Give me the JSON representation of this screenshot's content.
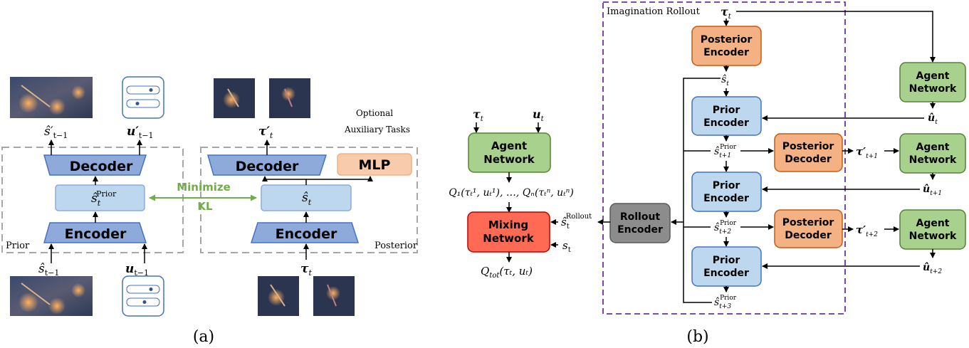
{
  "panel_a": {
    "caption": "(a)",
    "prior": {
      "region_label": "Prior",
      "decoder_label": "Decoder",
      "latent_label": "ŝ",
      "latent_sub": "t",
      "latent_sup": "Prior",
      "encoder_label": "Encoder",
      "input_state_label": "ŝ",
      "input_state_sub": "t−1",
      "input_action_label": "u",
      "input_action_sub": "t−1",
      "output_state_label": "ŝ′",
      "output_state_sub": "t−1",
      "output_action_label": "u′",
      "output_action_sub": "t−1"
    },
    "kl_label_1": "Minimize",
    "kl_label_2": "KL",
    "posterior": {
      "region_label": "Posterior",
      "decoder_label": "Decoder",
      "mlp_label": "MLP",
      "latent_label": "ŝ",
      "latent_sub": "t",
      "encoder_label": "Encoder",
      "input_label": "τ",
      "input_sub": "t",
      "output_label": "τ′",
      "output_sub": "t",
      "aux_line1": "Optional",
      "aux_line2": "Auxiliary Tasks"
    }
  },
  "panel_b": {
    "caption": "(b)",
    "tau_in": "τ",
    "tau_in_sub": "t",
    "u_in": "u",
    "u_in_sub": "t",
    "agent_network": "Agent Network",
    "q_values": "Q₁(τₜ¹, uₜ¹), …, Qₙ(τₜⁿ, uₜⁿ)",
    "mixing_network": "Mixing Network",
    "rollout_in": "ŝ",
    "rollout_in_sub": "t",
    "rollout_in_sup": "Rollout",
    "state_in": "s",
    "state_in_sub": "t",
    "q_tot": "Q",
    "q_tot_sub": "tot",
    "q_tot_args": "(τₜ, uₜ)",
    "imagination_label": "Imagination Rollout",
    "rollout_encoder": "Rollout Encoder",
    "posterior_encoder": "Posterior Encoder",
    "prior_encoder": "Prior Encoder",
    "posterior_decoder": "Posterior Decoder",
    "tau_top": "τ",
    "tau_top_sub": "t",
    "s_hat_t": "ŝ",
    "s_hat_t_sub": "t",
    "s_prior_1_sub": "t+1",
    "s_prior_2_sub": "t+2",
    "s_prior_3_sub": "t+3",
    "prior_sup": "Prior",
    "u_hat_t_sub": "t",
    "u_hat_1_sub": "t+1",
    "u_hat_2_sub": "t+2",
    "tau_prime_1_sub": "t+1",
    "tau_prime_2_sub": "t+2"
  },
  "colors": {
    "blue_block": "#8eaadb",
    "light_blue": "#bdd7ee",
    "green": "#a9d18e",
    "green_border": "#548235",
    "orange": "#f4b183",
    "orange_border": "#c55a11",
    "red": "#ff6a55",
    "gray": "#8c8c8c",
    "purple_dash": "#7030a0",
    "kl_green": "#70ad47"
  }
}
